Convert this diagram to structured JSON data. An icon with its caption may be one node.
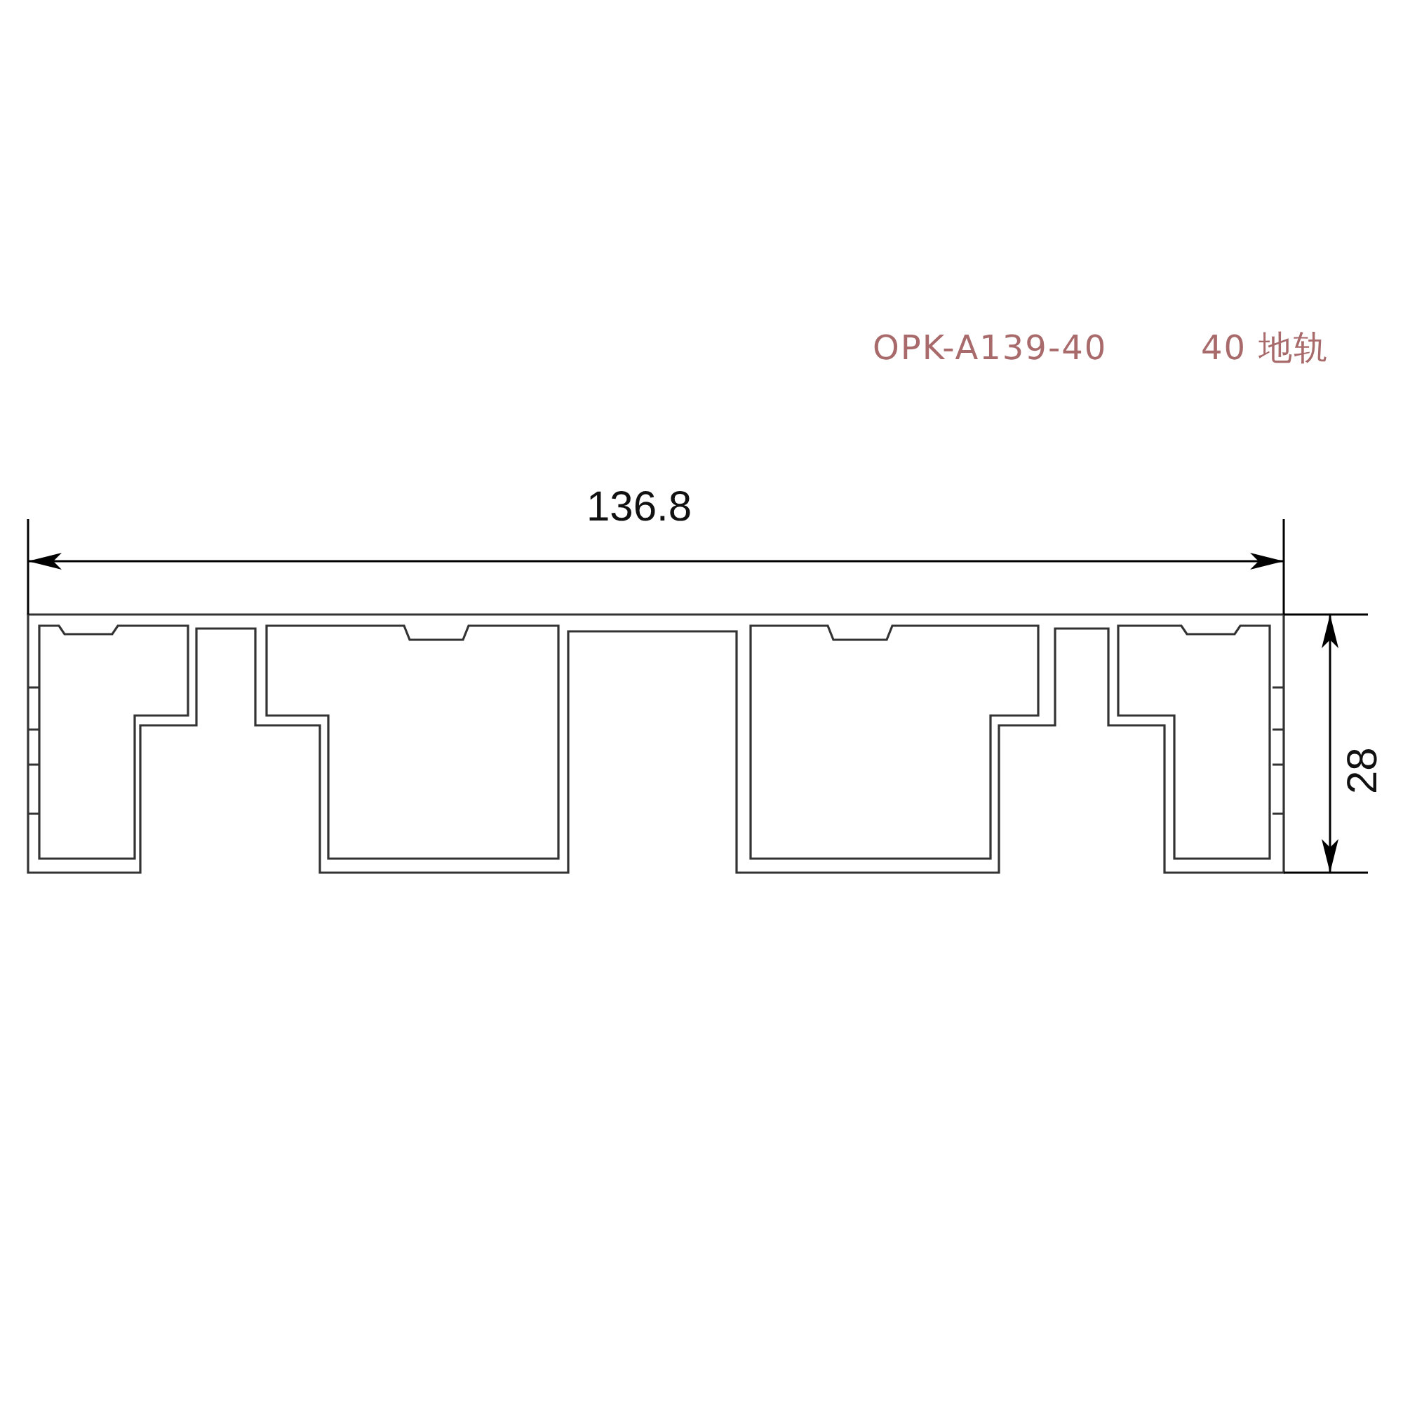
{
  "diagram": {
    "labels": [
      "OPK-A139-40",
      "40 地轨",
      "136.8",
      "28"
    ]
  }
}
